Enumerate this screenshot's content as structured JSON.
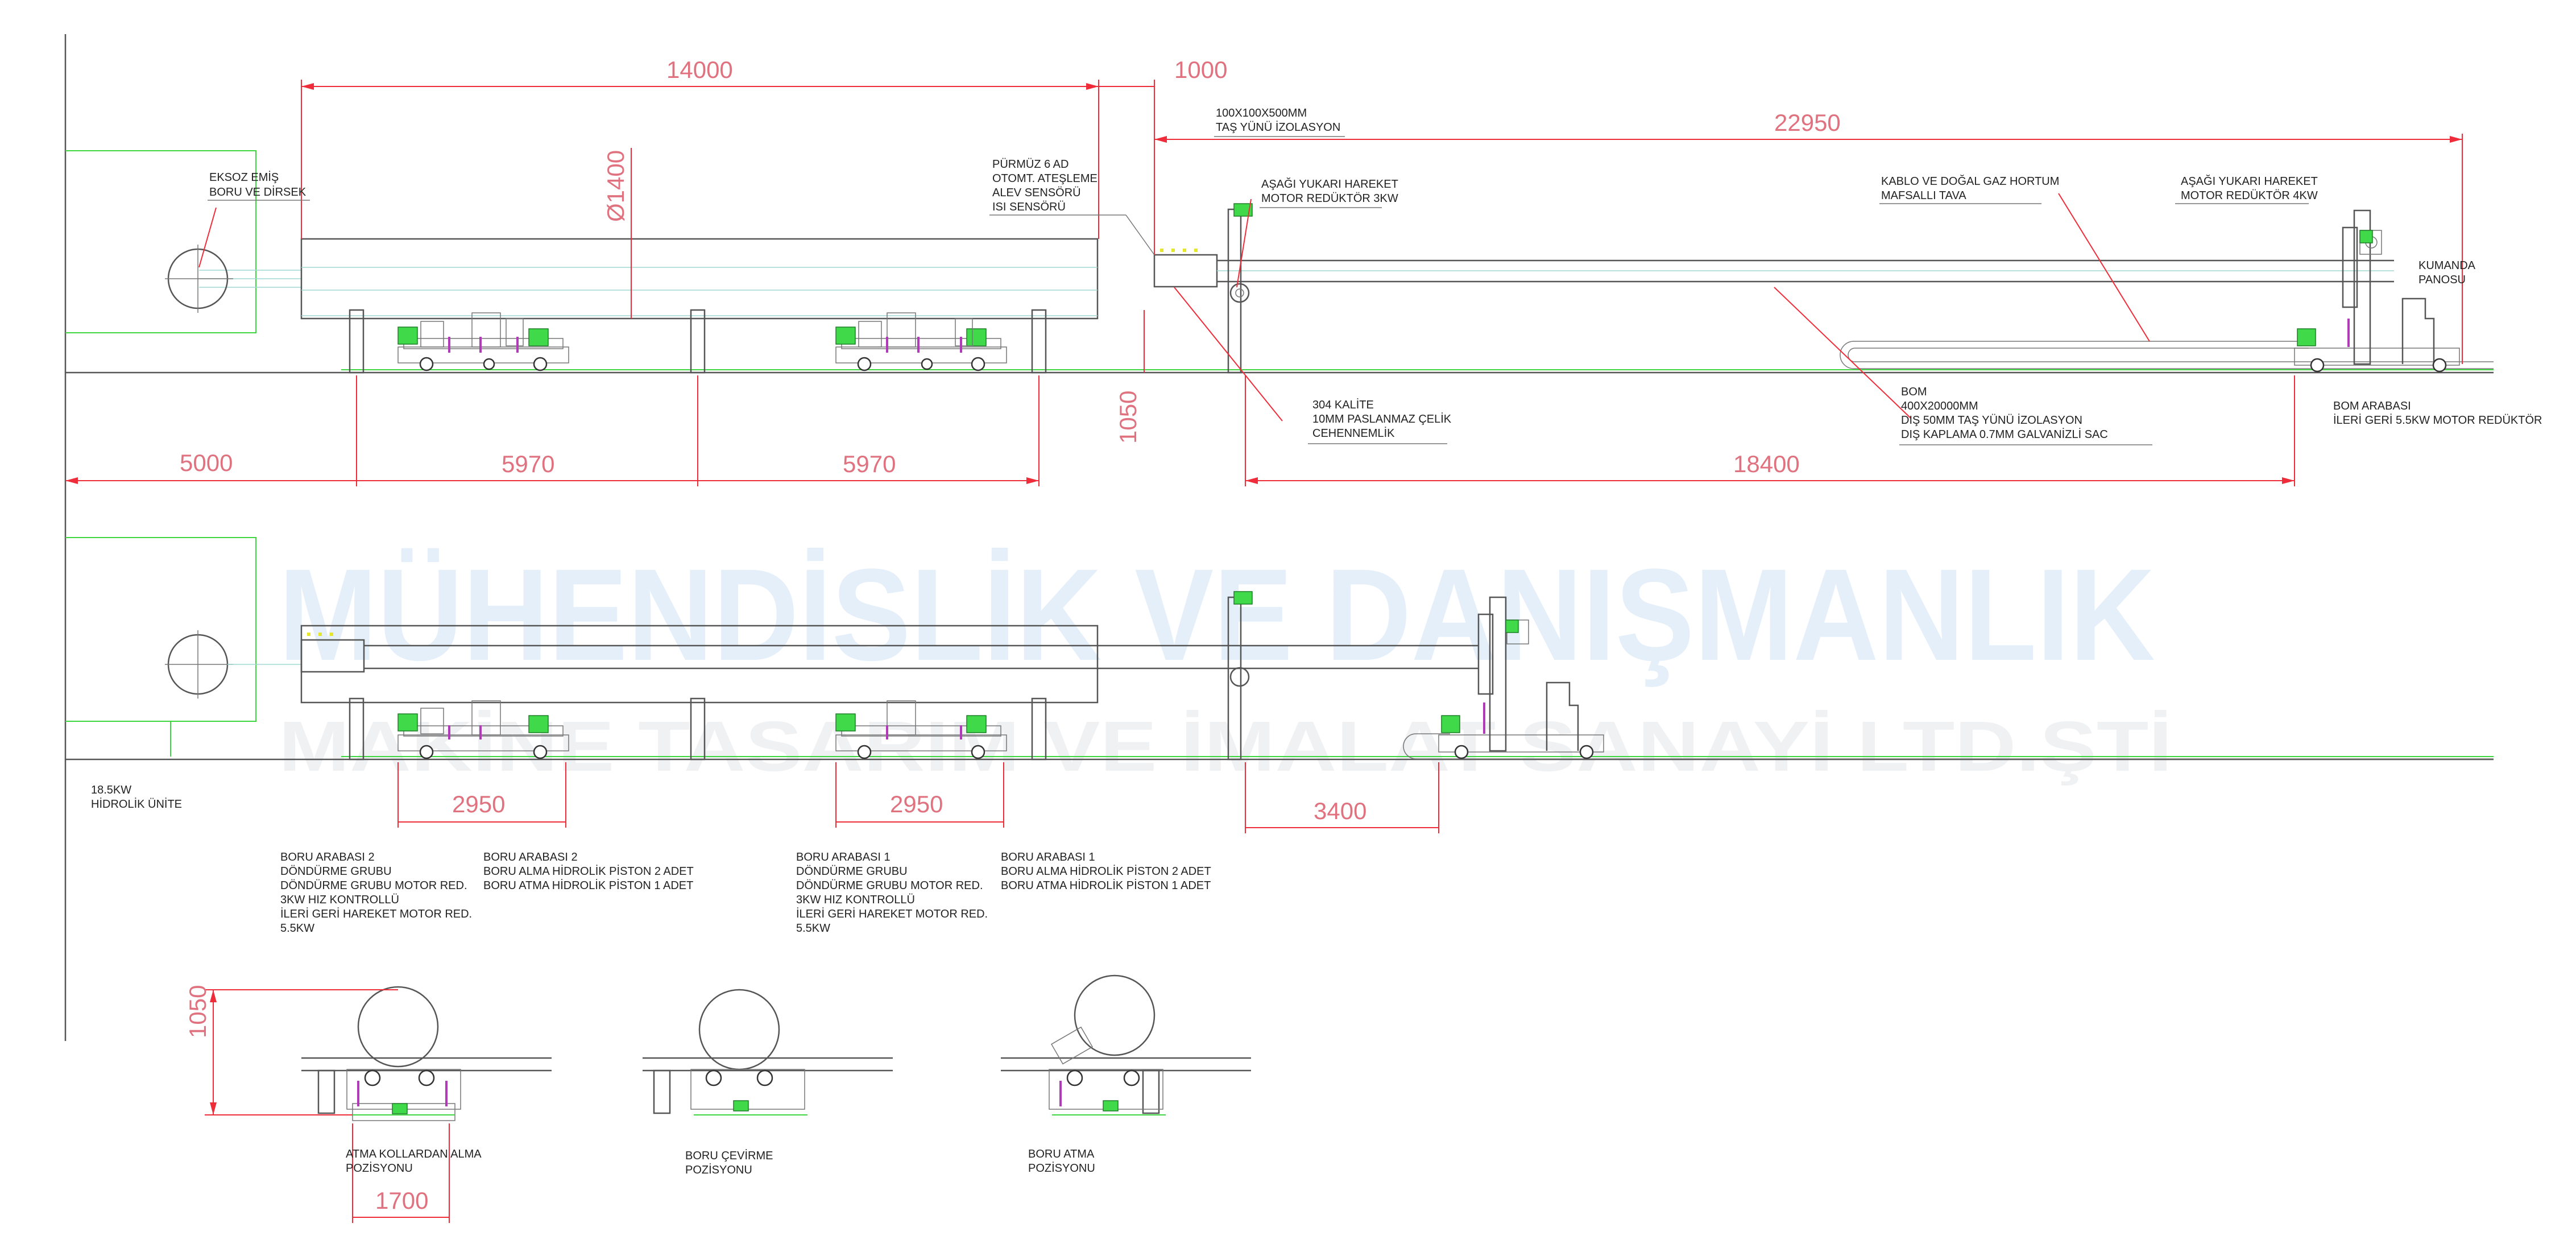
{
  "watermark": {
    "line1": "MÜHENDİSLİK VE DANIŞMANLIK",
    "line2": "MAKİNE TASARIM VE İMALAT SANAYİ LTD.ŞTİ"
  },
  "dimensions": {
    "d14000": "14000",
    "d1000": "1000",
    "d22950": "22950",
    "dia1400": "Ø1400",
    "d1050_top": "1050",
    "d5000": "5000",
    "d5970_a": "5970",
    "d5970_b": "5970",
    "d18400": "18400",
    "d2950_a": "2950",
    "d2950_b": "2950",
    "d3400": "3400",
    "d1050_detail": "1050",
    "d1700": "1700"
  },
  "labels": {
    "exhaust": [
      "EKSOZ EMİŞ",
      "BORU VE DİRSEK"
    ],
    "burner": [
      "PÜRMÜZ 6 AD",
      "OTOMT. ATEŞLEME",
      "ALEV SENSÖRÜ",
      "ISI SENSÖRÜ"
    ],
    "insulation": [
      "100X100X500MM",
      "TAŞ YÜNÜ İZOLASYON"
    ],
    "lift_motor_3kw": [
      "AŞAĞI YUKARI HAREKET",
      "MOTOR REDÜKTÖR 3KW"
    ],
    "cable_tray": [
      "KABLO VE DOĞAL GAZ HORTUM",
      "MAFSALLI TAVA"
    ],
    "lift_motor_4kw": [
      "AŞAĞI YUKARI HAREKET",
      "MOTOR REDÜKTÖR 4KW"
    ],
    "control_panel": [
      "KUMANDA",
      "PANOSU"
    ],
    "stainless": [
      "304 KALİTE",
      "10MM PASLANMAZ ÇELİK",
      "CEHENNEMLİK"
    ],
    "boom": [
      "BOM",
      "400X20000MM",
      "DIŞ 50MM TAŞ YÜNÜ İZOLASYON",
      "DIŞ KAPLAMA 0.7MM GALVANİZLİ SAC"
    ],
    "boom_car": [
      "BOM ARABASI",
      "İLERİ GERİ 5.5KW  MOTOR REDÜKTÖR"
    ],
    "hydraulic": [
      "18.5KW",
      "HİDROLİK ÜNİTE"
    ],
    "car2_rotation": [
      "BORU ARABASI 2",
      "DÖNDÜRME GRUBU",
      "DÖNDÜRME GRUBU MOTOR RED.",
      "3KW HIZ KONTROLLÜ",
      "İLERİ GERİ HAREKET MOTOR RED.",
      "5.5KW"
    ],
    "car2_pistons": [
      "BORU ARABASI 2",
      "BORU ALMA HİDROLİK PİSTON 2 ADET",
      "BORU ATMA HİDROLİK PİSTON 1 ADET"
    ],
    "car1_rotation": [
      "BORU ARABASI 1",
      "DÖNDÜRME GRUBU",
      "DÖNDÜRME GRUBU MOTOR RED.",
      "3KW HIZ KONTROLLÜ",
      "İLERİ GERİ HAREKET MOTOR RED.",
      "5.5KW"
    ],
    "car1_pistons": [
      "BORU ARABASI 1",
      "BORU ALMA HİDROLİK PİSTON 2 ADET",
      "BORU ATMA HİDROLİK PİSTON 1 ADET"
    ],
    "detail_pick": [
      "ATMA KOLLARDAN ALMA",
      "POZİSYONU"
    ],
    "detail_rotate": [
      "BORU ÇEVİRME",
      "POZİSYONU"
    ],
    "detail_eject": [
      "BORU ATMA",
      "POZİSYONU"
    ]
  }
}
